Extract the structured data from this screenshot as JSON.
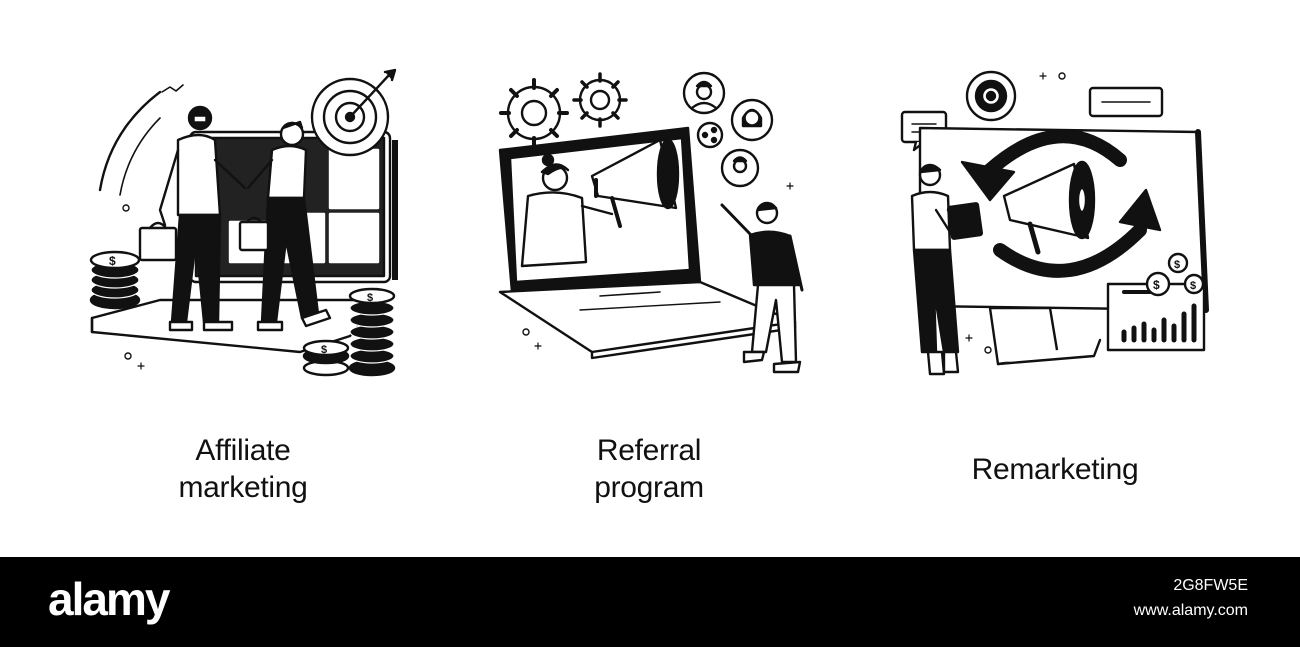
{
  "panels": [
    {
      "icon": "affiliate-marketing-illustration",
      "caption_lines": [
        "Affiliate",
        "marketing"
      ]
    },
    {
      "icon": "referral-program-illustration",
      "caption_lines": [
        "Referral",
        "program"
      ]
    },
    {
      "icon": "remarketing-illustration",
      "caption_lines": [
        "Remarketing"
      ]
    }
  ],
  "footer": {
    "logo": "alamy",
    "image_id": "2G8FW5E",
    "site": "www.alamy.com"
  },
  "colors": {
    "ink": "#111111",
    "background": "#ffffff",
    "footer_bg": "#000000",
    "footer_text": "#ffffff"
  }
}
